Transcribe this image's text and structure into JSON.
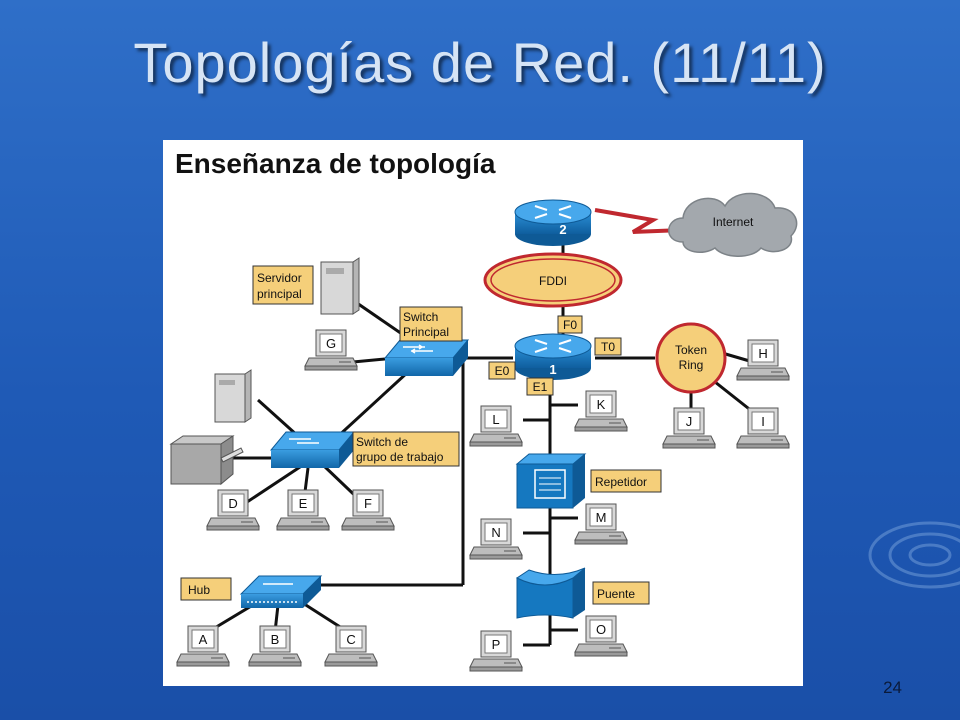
{
  "slide": {
    "title": "Topologías de Red. (11/11)",
    "page_number": "24"
  },
  "diagram": {
    "heading": "Enseñanza de topología",
    "cloud_label": "Internet",
    "ring_label": "FDDI",
    "token_ring_line1": "Token",
    "token_ring_line2": "Ring",
    "router_top_number": "2",
    "router_main_number": "1",
    "port_f0": "F0",
    "port_t0": "T0",
    "port_e0": "E0",
    "port_e1": "E1",
    "server_label_line1": "Servidor",
    "server_label_line2": "principal",
    "switch_main_line1": "Switch",
    "switch_main_line2": "Principal",
    "switch_wg_line1": "Switch de",
    "switch_wg_line2": "grupo de trabajo",
    "hub_label": "Hub",
    "repeater_label": "Repetidor",
    "bridge_label": "Puente",
    "pcs": {
      "A": "A",
      "B": "B",
      "C": "C",
      "D": "D",
      "E": "E",
      "F": "F",
      "G": "G",
      "H": "H",
      "I": "I",
      "J": "J",
      "K": "K",
      "L": "L",
      "M": "M",
      "N": "N",
      "O": "O",
      "P": "P"
    }
  },
  "colors": {
    "background": "#1f5ab6",
    "device_blue": "#1578c0",
    "label_fill": "#f5cf7a",
    "ring_red": "#c0282f",
    "cloud_gray": "#9aa0a6",
    "link_black": "#111111"
  }
}
